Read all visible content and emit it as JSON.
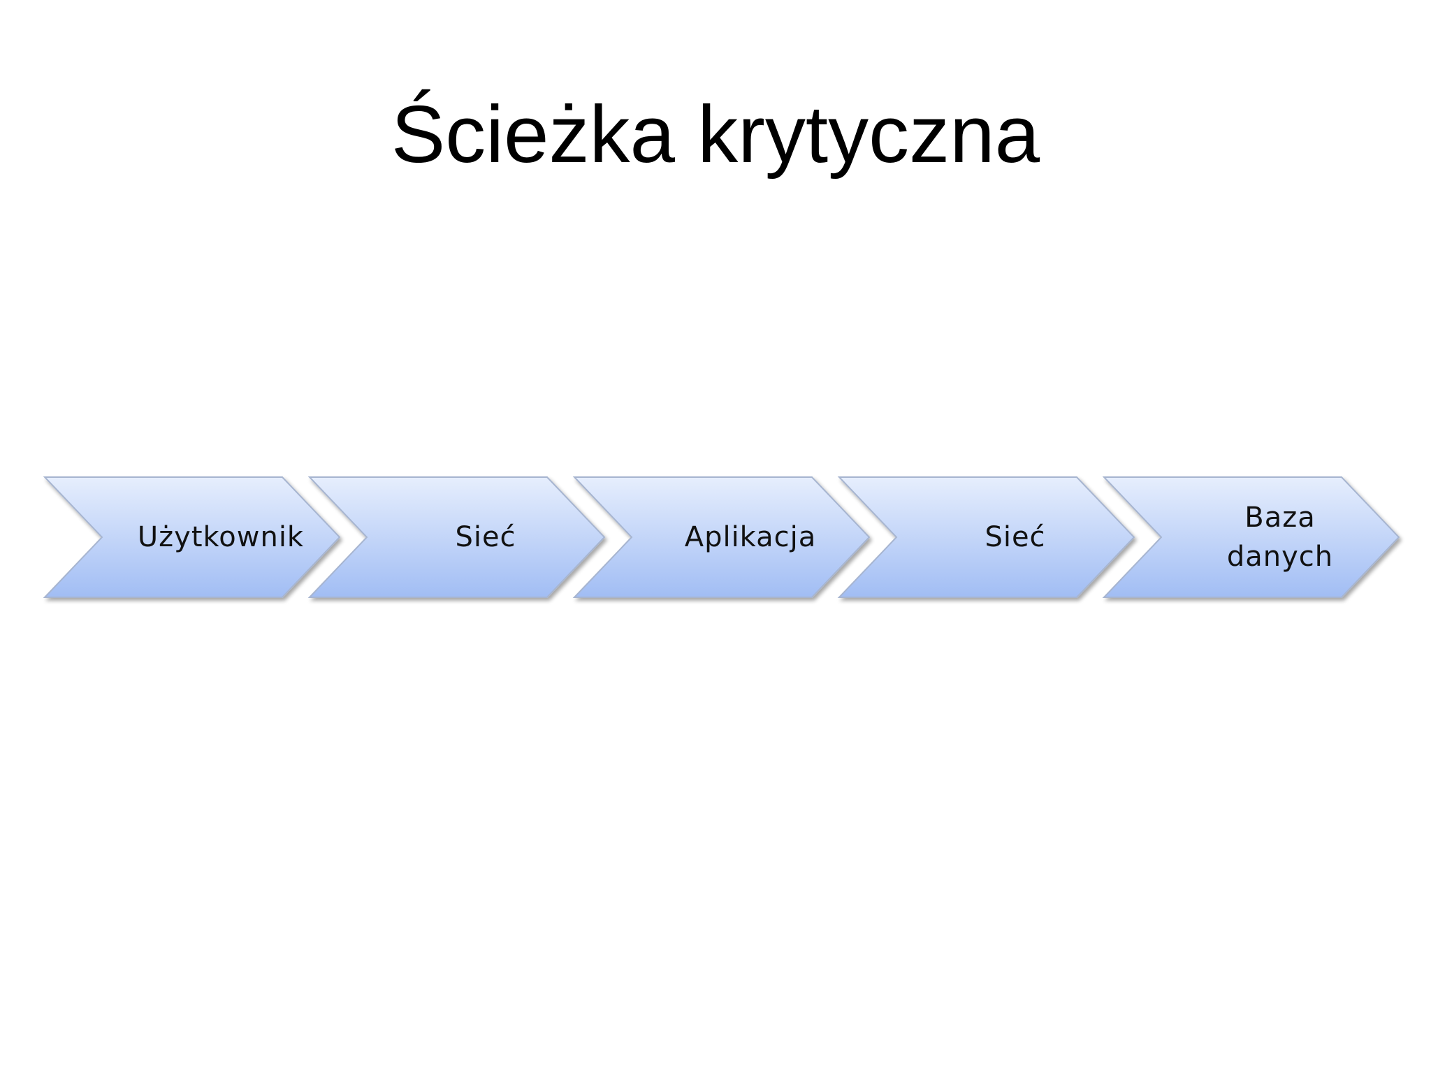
{
  "slide": {
    "title": "Ścieżka krytyczna"
  },
  "flow": {
    "steps": [
      {
        "label": "Użytkownik"
      },
      {
        "label": "Sieć"
      },
      {
        "label": "Aplikacja"
      },
      {
        "label": "Sieć"
      },
      {
        "label": "Baza\ndanych"
      }
    ]
  },
  "colors": {
    "chevron_top": "#e4ecfc",
    "chevron_bottom": "#a3bff5",
    "chevron_stroke": "#a7b5d0",
    "title_text": "#000000"
  }
}
